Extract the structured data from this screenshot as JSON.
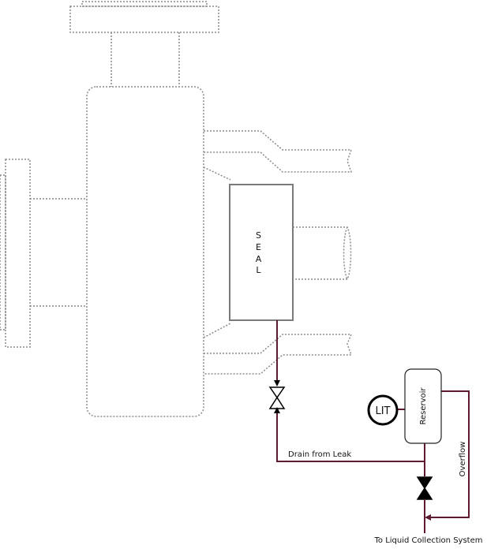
{
  "diagram": {
    "seal_label": [
      "S",
      "E",
      "A",
      "L"
    ],
    "reservoir_label": "Reservoir",
    "instrument_tag": "LIT",
    "drain_label": "Drain from Leak",
    "overflow_label": "Overflow",
    "destination_label": "To Liquid Collection System",
    "colors": {
      "pipe": "#5e1a2e",
      "outline": "#8a8a8a",
      "seal_border": "#7a7a7a"
    }
  }
}
